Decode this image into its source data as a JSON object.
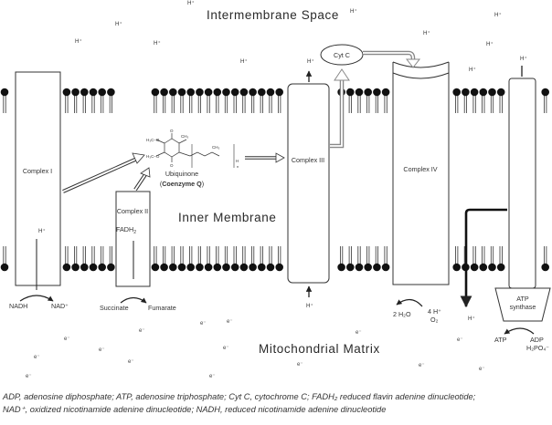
{
  "regions": {
    "intermembrane": "Intermembrane  Space",
    "membrane": "Inner Membrane",
    "matrix": "Mitochondrial  Matrix"
  },
  "complexes": {
    "c1": "Complex I",
    "c2": "Complex II",
    "c3": "Complex III",
    "c4": "Complex IV",
    "atp_synthase_line1": "ATP",
    "atp_synthase_line2": "synthase"
  },
  "carriers": {
    "cytc": "Cyt C",
    "ubiquinone": "Ubiquinone",
    "coenzyme_q": "Coenzyme Q",
    "fadh2": "FADH",
    "fadh2_sub": "2"
  },
  "substrates": {
    "nadh": "NADH",
    "nad": "NAD⁺",
    "succinate": "Succinate",
    "fumarate": "Fumarate",
    "water": "2 H₂O",
    "h4": "4 H⁺",
    "o2": "O₂",
    "atp": "ATP",
    "adp": "ADP",
    "h2po4": "H₂PO₄⁻"
  },
  "symbols": {
    "proton": "H⁺",
    "electron": "e⁻"
  },
  "caption": {
    "line1": "ADP, adenosine diphosphate; ATP, adenosine triphosphate; Cyt C, cytochrome C; FADH₂ reduced flavin adenine dinucleotide;",
    "line2": "NAD⁺, oxidized nicotinamide adenine dinucleotide; NADH, reduced nicotinamide adenine dinucleotide"
  }
}
